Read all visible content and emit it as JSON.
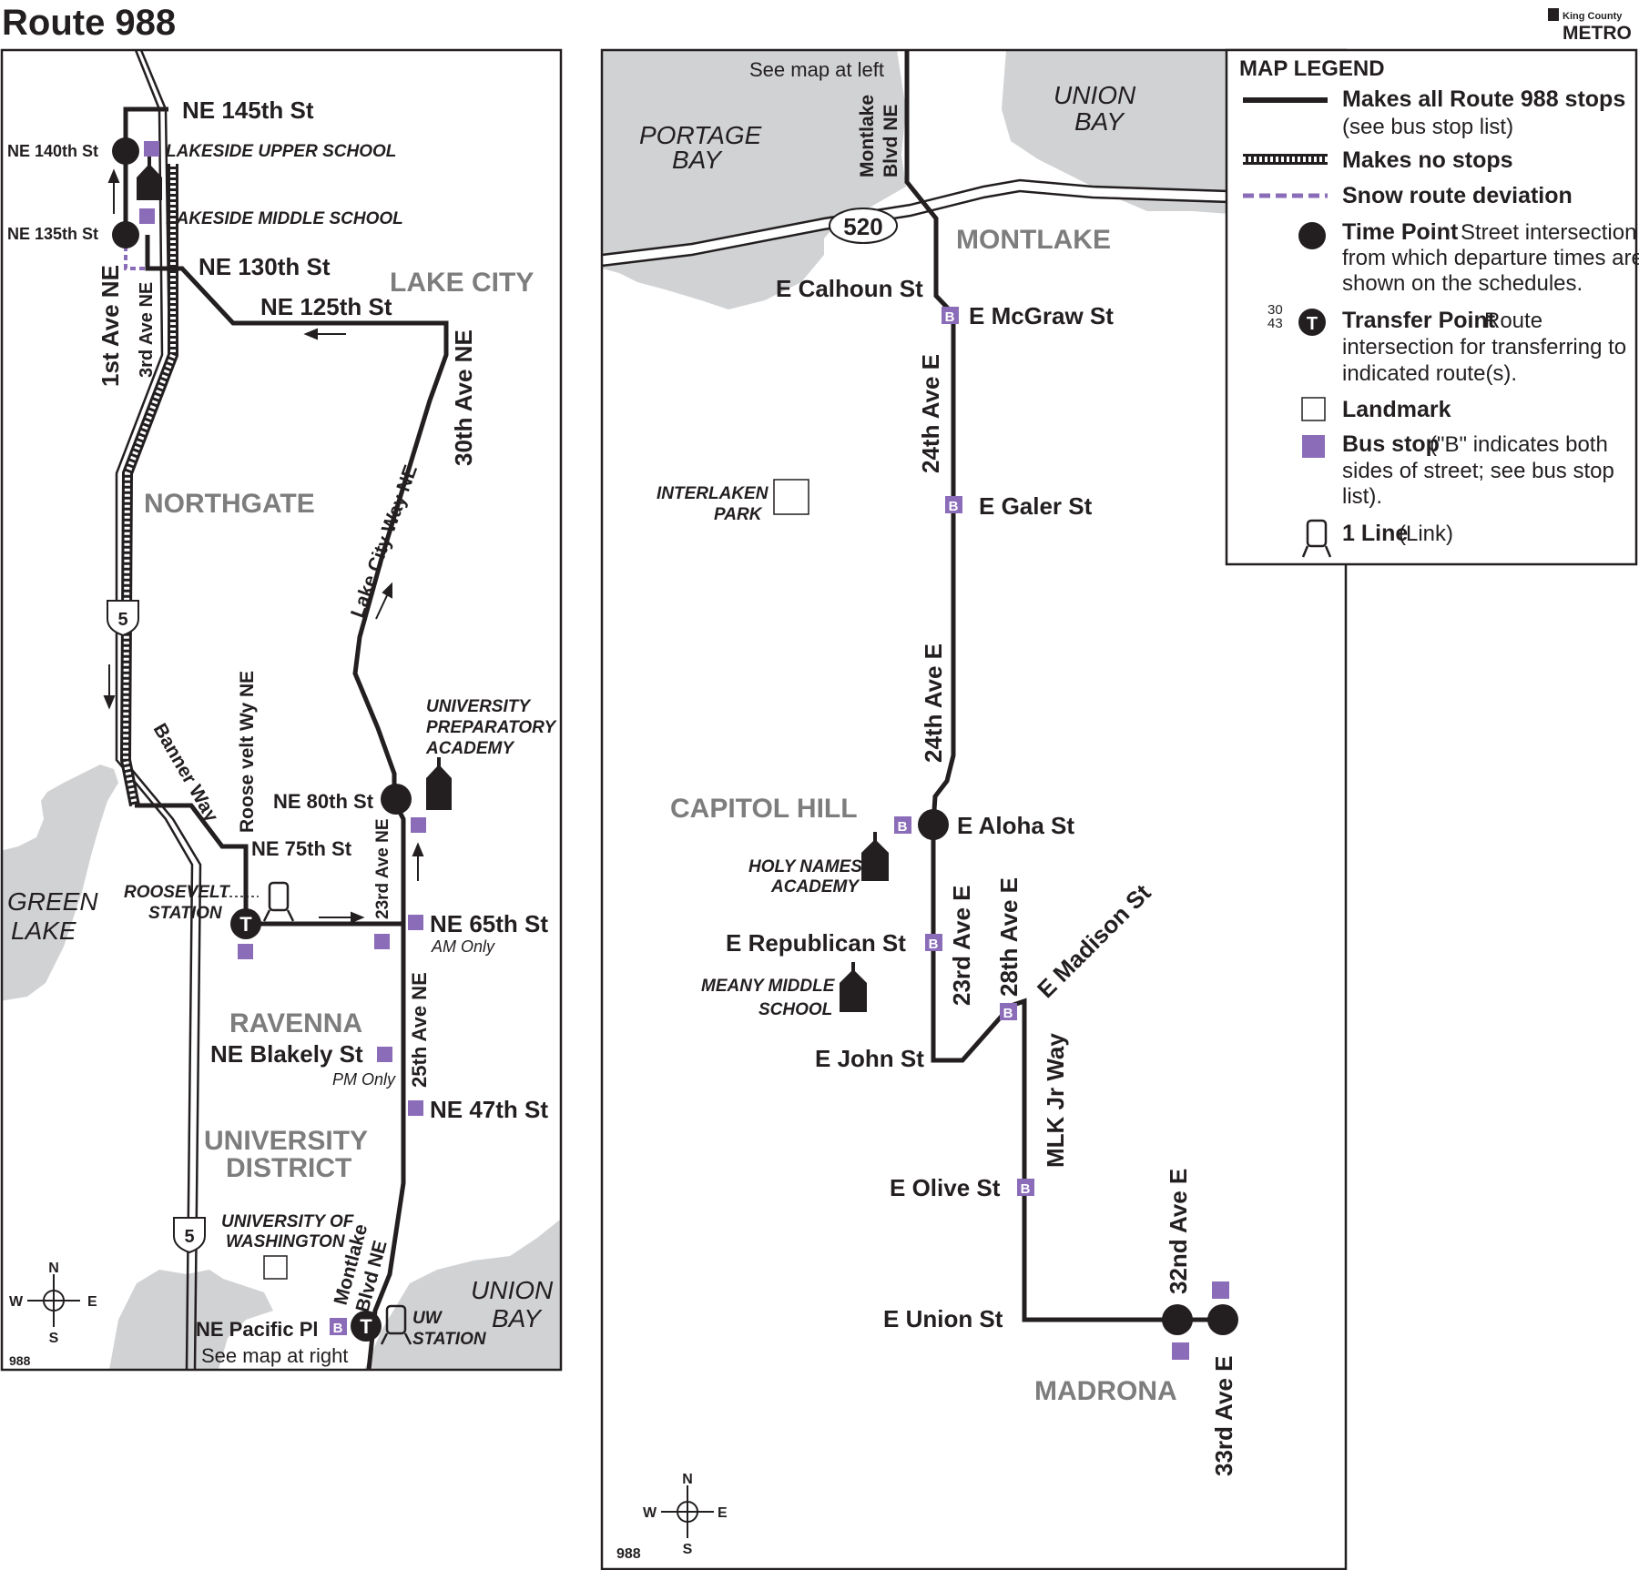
{
  "header": {
    "title": "Route 988",
    "logo_text_top": "King County",
    "logo_text_bottom": "METRO"
  },
  "colors": {
    "route": "#231f20",
    "water": "#d1d2d4",
    "stop": "#8a6cb8",
    "neighborhood": "#7d7d7d"
  },
  "left_map": {
    "streets": {
      "ne145": "NE 145th St",
      "ne140": "NE 140th St",
      "ne135": "NE 135th St",
      "ne130": "NE 130th St",
      "ne125": "NE 125th St",
      "first_ave": "1st Ave NE",
      "third_ave": "3rd Ave NE",
      "thirtieth_ave": "30th Ave NE",
      "lake_city_way": "Lake City Way NE",
      "banner_way": "Banner Way",
      "roosevelt": "Roose velt Wy NE",
      "ne80": "NE 80th St",
      "ne75": "NE 75th St",
      "twentythird_ave": "23rd Ave NE",
      "ne65": "NE 65th St",
      "ne65_note": "AM Only",
      "twentyfifth_ave": "25th Ave NE",
      "blakely": "NE Blakely St",
      "blakely_note": "PM Only",
      "ne47": "NE 47th St",
      "montlake_1": "Montlake",
      "montlake_2": "Blvd NE",
      "pacific": "NE Pacific Pl",
      "see_right": "See map at right",
      "interstate": "5"
    },
    "neighborhoods": {
      "lake_city": "LAKE CITY",
      "northgate": "NORTHGATE",
      "ravenna": "RAVENNA",
      "u_district_1": "UNIVERSITY",
      "u_district_2": "DISTRICT"
    },
    "water": {
      "green_1": "GREEN",
      "green_2": "LAKE",
      "union_1": "UNION",
      "union_2": "BAY"
    },
    "landmarks": {
      "lakeside_upper": "LAKESIDE UPPER SCHOOL",
      "lakeside_middle": "LAKESIDE MIDDLE SCHOOL",
      "univ_prep_1": "UNIVERSITY",
      "univ_prep_2": "PREPARATORY",
      "univ_prep_3": "ACADEMY",
      "roosevelt_1": "ROOSEVELT",
      "roosevelt_2": "STATION",
      "uw_1": "UNIVERSITY OF",
      "uw_2": "WASHINGTON",
      "uw_station_1": "UW",
      "uw_station_2": "STATION"
    },
    "compass": {
      "n": "N",
      "s": "S",
      "e": "E",
      "w": "W"
    },
    "route_tag": "988",
    "stop_b": "B",
    "transfer": "T"
  },
  "right_map": {
    "see_left": "See map at left",
    "streets": {
      "montlake_1": "Montlake",
      "montlake_2": "Blvd NE",
      "sr520": "520",
      "calhoun": "E Calhoun St",
      "mcgraw": "E McGraw St",
      "twentyfourth_a": "24th Ave E",
      "galer": "E Galer St",
      "twentyfourth_b": "24th Ave E",
      "aloha": "E Aloha St",
      "twentythird": "23rd Ave E",
      "twentyeighth": "28th Ave E",
      "madison": "E Madison St",
      "republican": "E Republican St",
      "john": "E John St",
      "mlk": "MLK Jr Way",
      "olive": "E Olive St",
      "union": "E Union St",
      "thirtysecond": "32nd Ave E",
      "thirtythird": "33rd Ave E"
    },
    "neighborhoods": {
      "montlake": "MONTLAKE",
      "capitol_hill": "CAPITOL HILL",
      "madrona": "MADRONA"
    },
    "water": {
      "portage_1": "PORTAGE",
      "portage_2": "BAY",
      "union_1": "UNION",
      "union_2": "BAY"
    },
    "landmarks": {
      "interlaken_1": "INTERLAKEN",
      "interlaken_2": "PARK",
      "holy_1": "HOLY NAMES",
      "holy_2": "ACADEMY",
      "meany_1": "MEANY MIDDLE",
      "meany_2": "SCHOOL"
    },
    "compass": {
      "n": "N",
      "s": "S",
      "e": "E",
      "w": "W"
    },
    "route_tag": "988",
    "stop_b": "B"
  },
  "legend": {
    "title": "MAP LEGEND",
    "items": [
      {
        "bold": "Makes all Route 988 stops",
        "text": "(see bus stop list)"
      },
      {
        "bold": "Makes no stops",
        "text": ""
      },
      {
        "bold": "Snow route deviation",
        "text": ""
      },
      {
        "bold": "Time Point",
        "text_1": "Street intersection",
        "text_2": "from which departure times are",
        "text_3": "shown on the schedules."
      },
      {
        "bold": "Transfer Point",
        "text_1": "Route",
        "text_2": "intersection for transferring to",
        "text_3": "indicated route(s).",
        "routes_1": "30",
        "routes_2": "43",
        "glyph": "T"
      },
      {
        "bold": "Landmark",
        "text": ""
      },
      {
        "bold": "Bus stop",
        "text_1": "(\"B\" indicates both",
        "text_2": "sides of street; see bus stop",
        "text_3": "list)."
      },
      {
        "bold": "1 Line",
        "text": "(Link)"
      }
    ]
  }
}
